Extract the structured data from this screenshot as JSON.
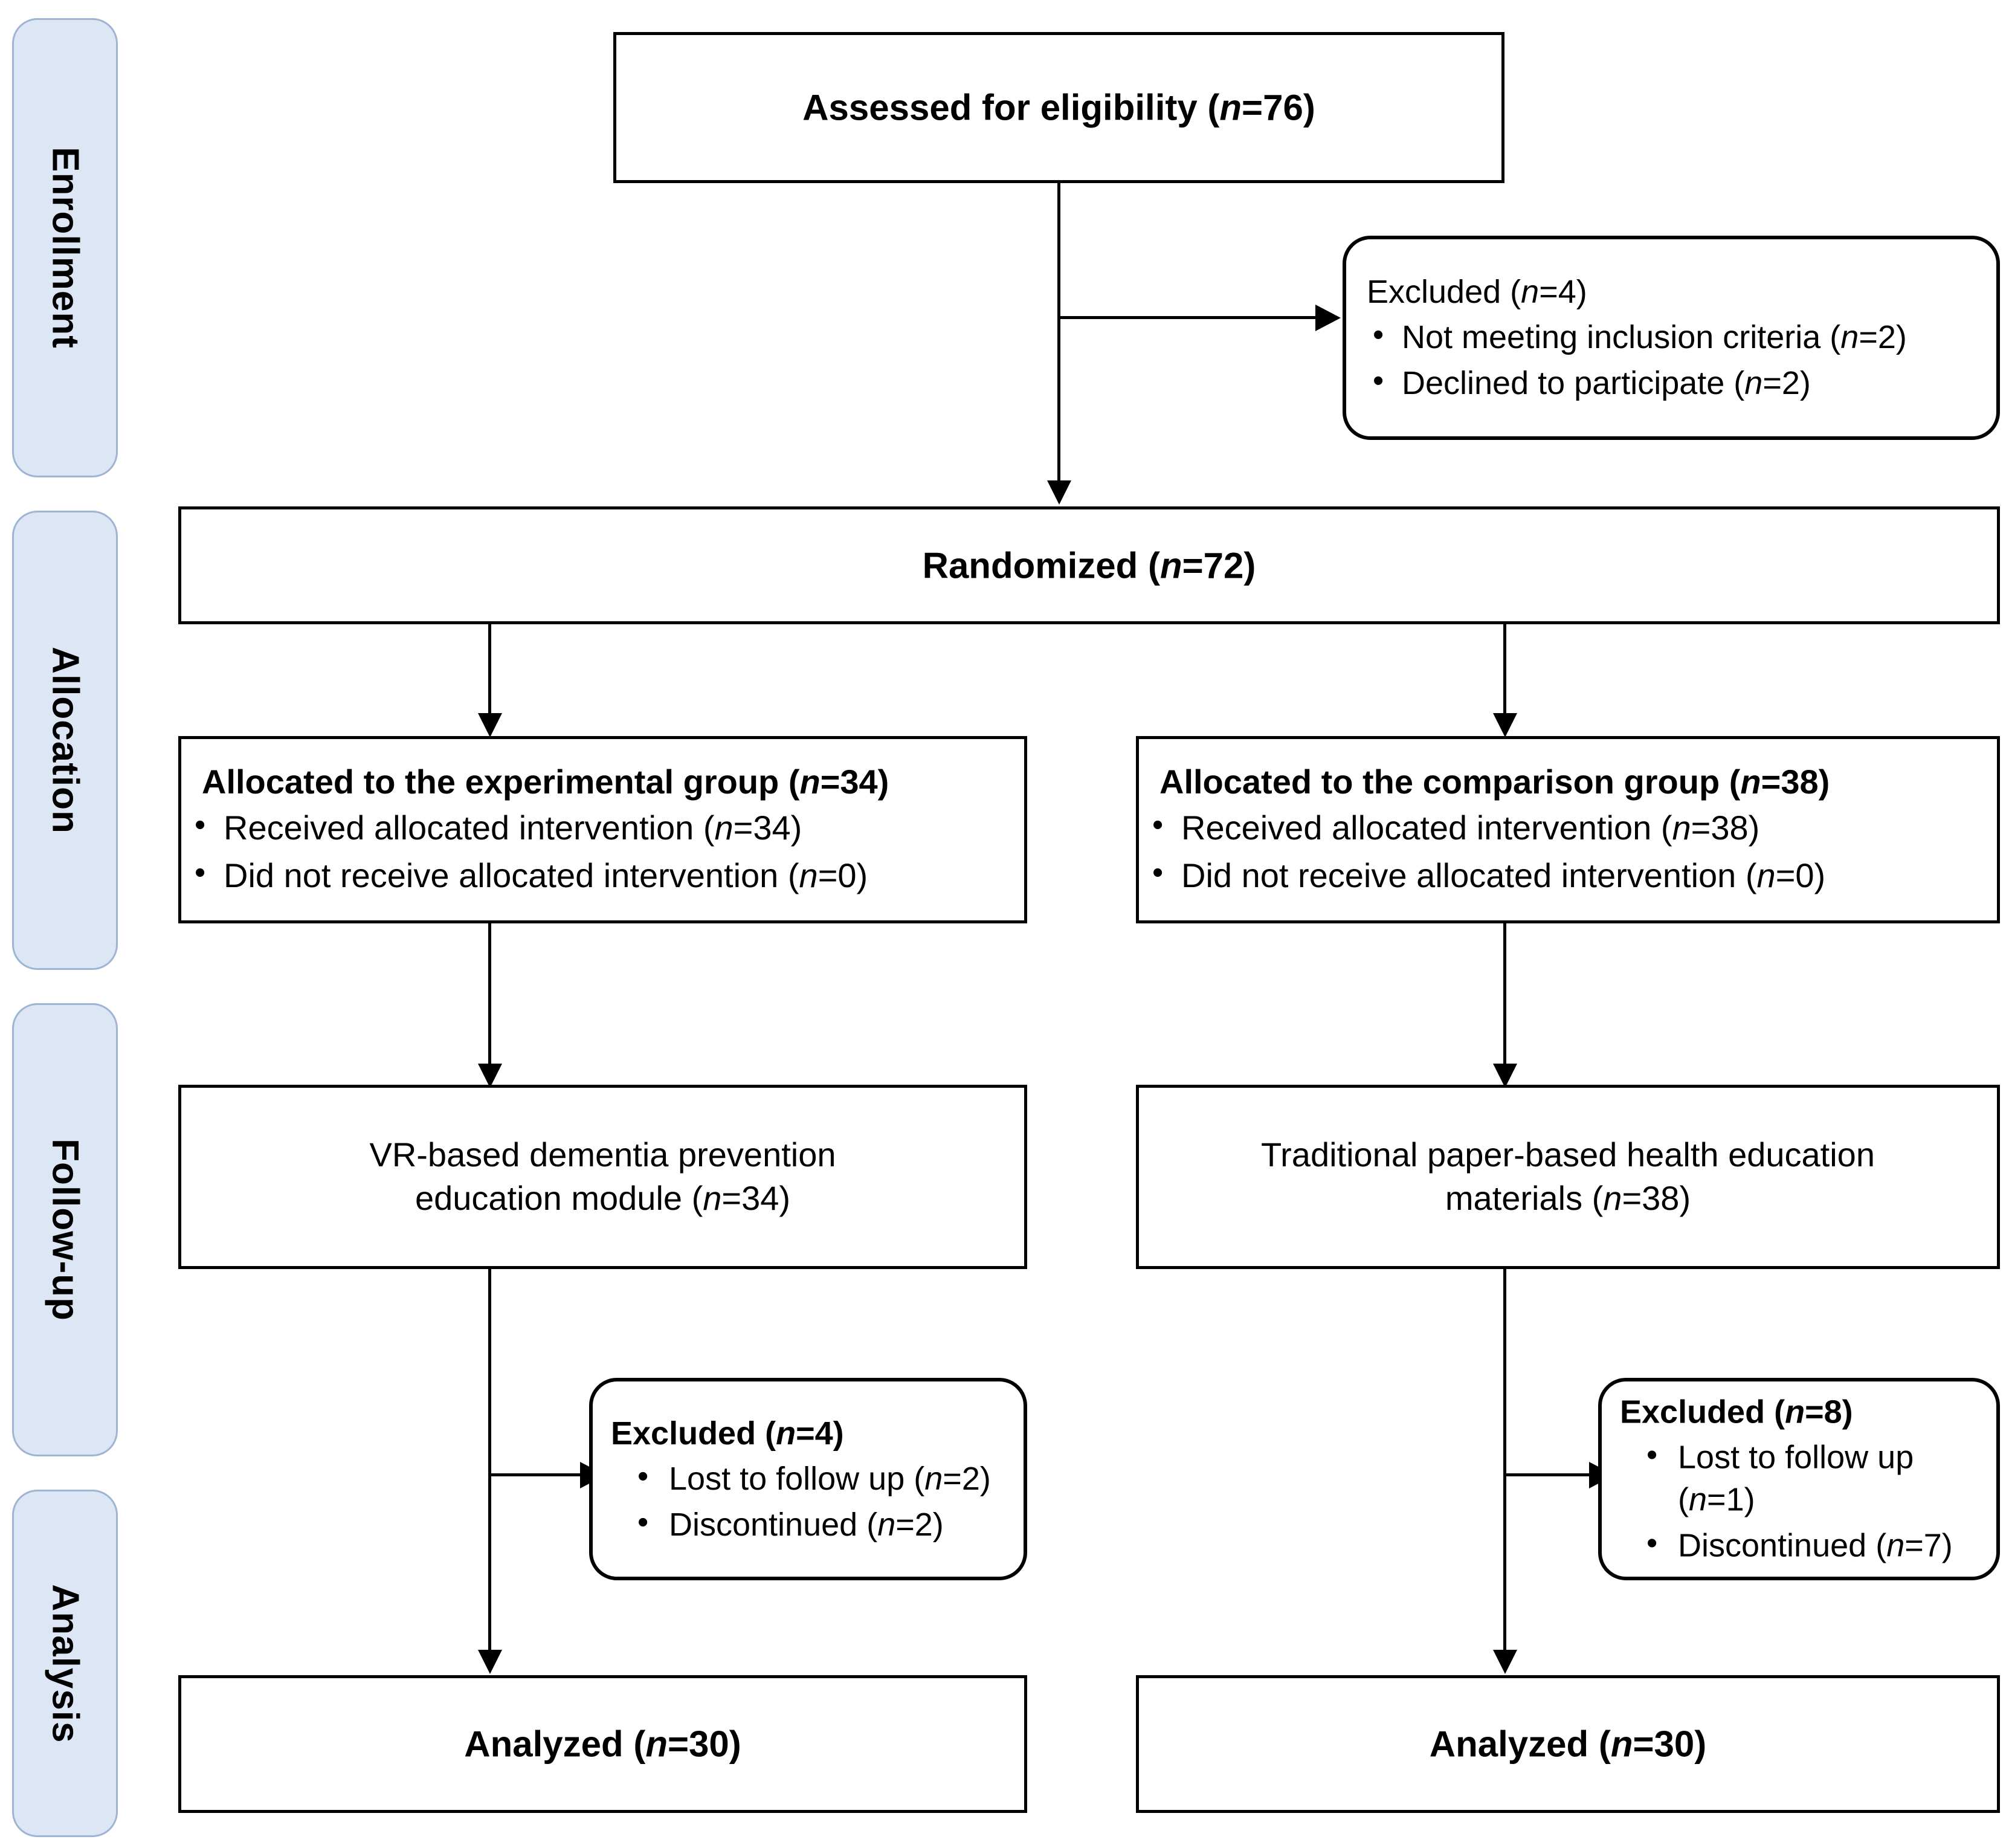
{
  "diagram": {
    "title": "CONSORT participant flow diagram",
    "type": "consort-flow",
    "colors": {
      "stage_pill_fill": "#dce6f5",
      "stage_pill_border": "#9fb4d3",
      "box_border": "#000000",
      "box_fill": "#ffffff",
      "text": "#000000"
    }
  },
  "stages": [
    {
      "label": "Enrollment"
    },
    {
      "label": "Allocation"
    },
    {
      "label": "Follow-up"
    },
    {
      "label": "Analysis"
    }
  ],
  "nodes": {
    "assessed": {
      "text_prefix": "Assessed for eligibility (",
      "n_italic": "n",
      "text_suffix": "=76)",
      "plain": "Assessed for eligibility (n=76)",
      "n_value": 76
    },
    "excluded_enrollment": {
      "heading_prefix": "Excluded  (",
      "n_italic": "n",
      "heading_suffix": "=4)",
      "heading_plain": "Excluded  (n=4)",
      "n_value": 4,
      "items": [
        {
          "prefix": "Not meeting inclusion criteria (",
          "n_italic": "n",
          "suffix": "=2)",
          "plain": "Not meeting inclusion criteria (n=2)",
          "n_value": 2
        },
        {
          "prefix": "Declined to participate (",
          "n_italic": "n",
          "suffix": "=2)",
          "plain": "Declined to participate (n=2)",
          "n_value": 2
        }
      ]
    },
    "randomized": {
      "text_prefix": "Randomized (",
      "n_italic": "n",
      "text_suffix": "=72)",
      "plain": "Randomized (n=72)",
      "n_value": 72
    },
    "alloc_left": {
      "heading_prefix": "Allocated to the experimental group (",
      "n_italic": "n",
      "heading_suffix": "=34)",
      "heading_plain": "Allocated to the experimental group (n=34)",
      "n_value": 34,
      "items": [
        {
          "prefix": "Received allocated intervention (",
          "n_italic": "n",
          "suffix": "=34)",
          "plain": "Received allocated intervention (n=34)",
          "n_value": 34
        },
        {
          "prefix": "Did not receive allocated intervention (",
          "n_italic": "n",
          "suffix": "=0)",
          "plain": "Did not receive allocated intervention (n=0)",
          "n_value": 0
        }
      ]
    },
    "alloc_right": {
      "heading_prefix": "Allocated to the comparison group (",
      "n_italic": "n",
      "heading_suffix": "=38)",
      "heading_plain": "Allocated to the comparison group (n=38)",
      "n_value": 38,
      "items": [
        {
          "prefix": "Received allocated intervention (",
          "n_italic": "n",
          "suffix": "=38)",
          "plain": "Received allocated intervention (n=38)",
          "n_value": 38
        },
        {
          "prefix": "Did not receive allocated intervention (",
          "n_italic": "n",
          "suffix": "=0)",
          "plain": "Did not receive allocated intervention (n=0)",
          "n_value": 0
        }
      ]
    },
    "intervention_left": {
      "line1": "VR-based dementia prevention",
      "line2_prefix": "education module (",
      "n_italic": "n",
      "line2_suffix": "=34)",
      "plain": "VR-based dementia prevention education module (n=34)",
      "n_value": 34
    },
    "intervention_right": {
      "line1": "Traditional paper-based health education",
      "line2_prefix": "materials (",
      "n_italic": "n",
      "line2_suffix": "=38)",
      "plain": "Traditional paper-based health education materials (n=38)",
      "n_value": 38
    },
    "excluded_followup_left": {
      "heading_prefix": "Excluded (",
      "n_italic": "n",
      "heading_suffix": "=4)",
      "heading_plain": "Excluded (n=4)",
      "n_value": 4,
      "items": [
        {
          "prefix": "Lost to follow up (",
          "n_italic": "n",
          "suffix": "=2)",
          "plain": "Lost to follow up (n=2)",
          "n_value": 2
        },
        {
          "prefix": "Discontinued (",
          "n_italic": "n",
          "suffix": "=2)",
          "plain": "Discontinued (n=2)",
          "n_value": 2
        }
      ]
    },
    "excluded_followup_right": {
      "heading_prefix": "Excluded (",
      "n_italic": "n",
      "heading_suffix": "=8)",
      "heading_plain": "Excluded (n=8)",
      "n_value": 8,
      "items": [
        {
          "prefix": "Lost to follow up (",
          "n_italic": "n",
          "suffix": "=1)",
          "plain": "Lost to follow up (n=1)",
          "n_value": 1
        },
        {
          "prefix": "Discontinued (",
          "n_italic": "n",
          "suffix": "=7)",
          "plain": "Discontinued (n=7)",
          "n_value": 7
        }
      ]
    },
    "analyzed_left": {
      "text_prefix": "Analyzed (",
      "n_italic": "n",
      "text_suffix": "=30)",
      "plain": "Analyzed (n=30)",
      "n_value": 30
    },
    "analyzed_right": {
      "text_prefix": "Analyzed (",
      "n_italic": "n",
      "text_suffix": "=30)",
      "plain": "Analyzed (n=30)",
      "n_value": 30
    }
  }
}
